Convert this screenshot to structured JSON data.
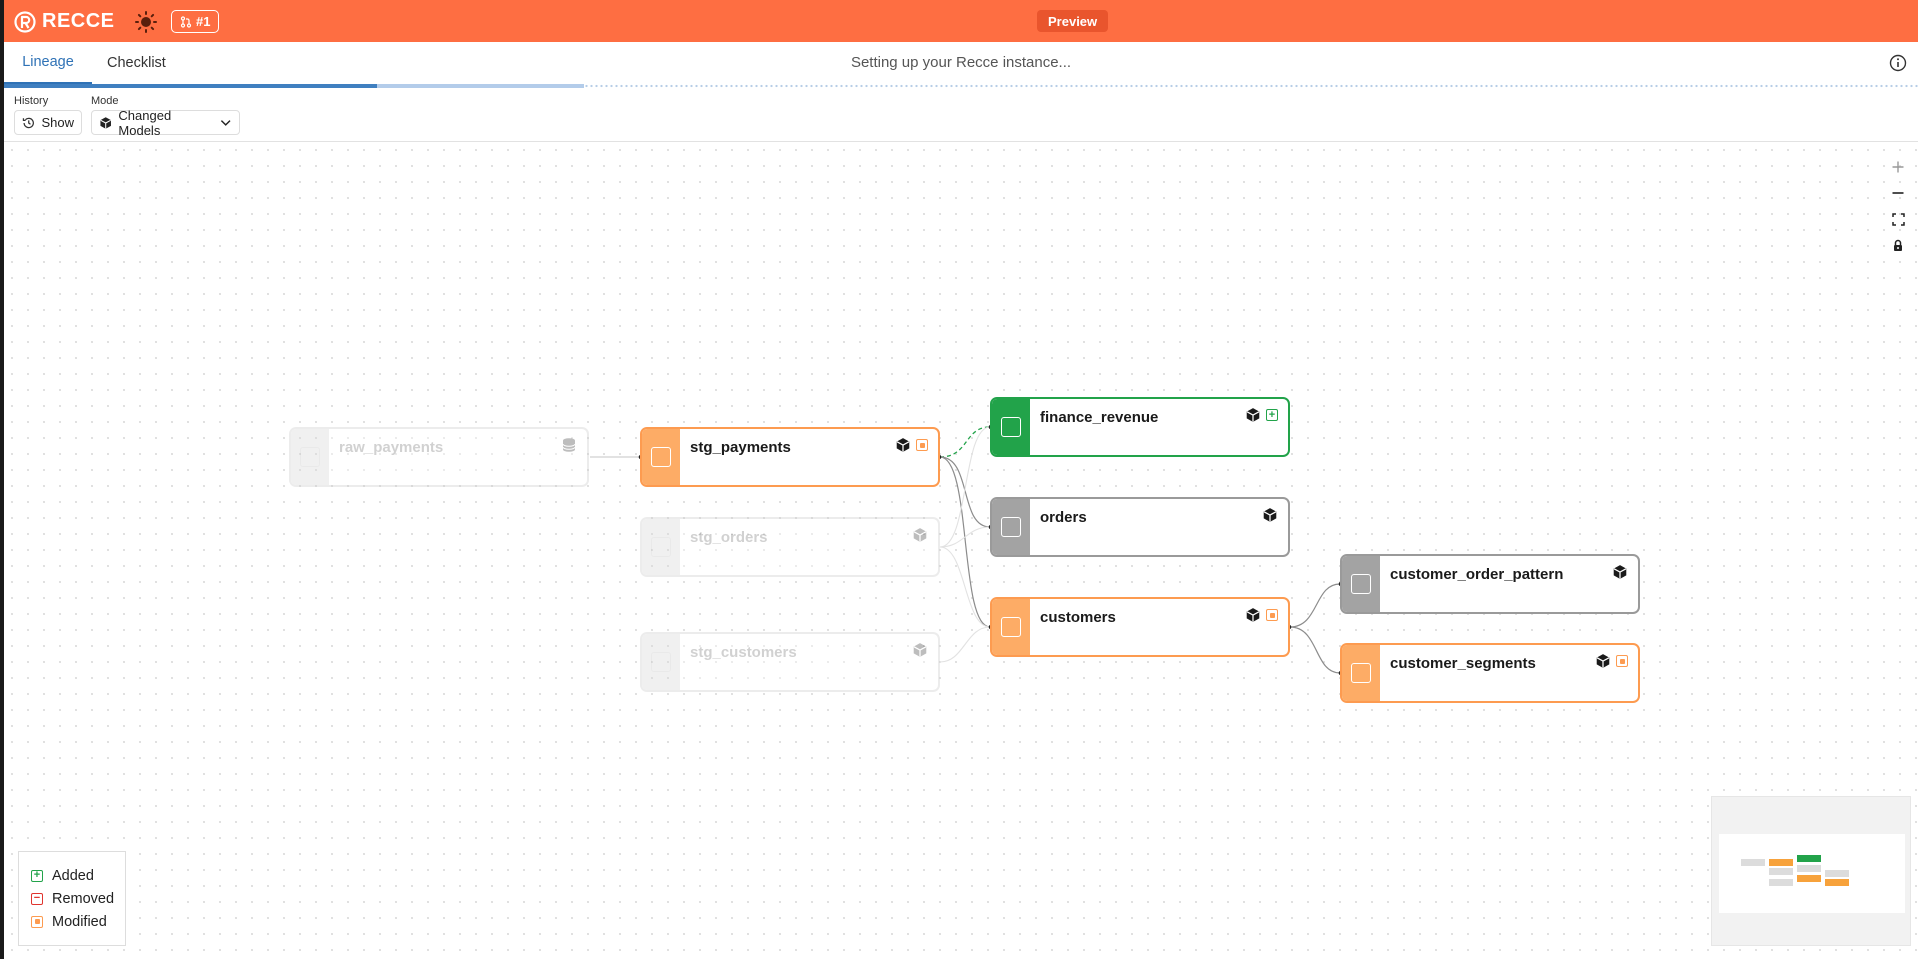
{
  "app": {
    "brand": "RECCE",
    "pr_badge": "#1",
    "preview_label": "Preview",
    "status_text": "Setting up your Recce instance...",
    "progress_percent": 19.5,
    "progress_buffer_percent": 30.3
  },
  "tabs": [
    {
      "label": "Lineage",
      "active": true
    },
    {
      "label": "Checklist",
      "active": false
    }
  ],
  "toolbar": {
    "history_label": "History",
    "history_button": "Show",
    "mode_label": "Mode",
    "mode_value": "Changed Models"
  },
  "nodes": [
    {
      "label": "raw_payments",
      "status": "unchanged",
      "resource_type": "source",
      "faded": true
    },
    {
      "label": "stg_payments",
      "status": "modified",
      "resource_type": "model",
      "faded": false
    },
    {
      "label": "stg_orders",
      "status": "unchanged",
      "resource_type": "model",
      "faded": true
    },
    {
      "label": "stg_customers",
      "status": "unchanged",
      "resource_type": "model",
      "faded": true
    },
    {
      "label": "finance_revenue",
      "status": "added",
      "resource_type": "model",
      "faded": false
    },
    {
      "label": "orders",
      "status": "unchanged",
      "resource_type": "model",
      "faded": false
    },
    {
      "label": "customers",
      "status": "modified",
      "resource_type": "model",
      "faded": false
    },
    {
      "label": "customer_order_pattern",
      "status": "unchanged",
      "resource_type": "model",
      "faded": false
    },
    {
      "label": "customer_segments",
      "status": "modified",
      "resource_type": "model",
      "faded": false
    }
  ],
  "legend": [
    {
      "label": "Added",
      "color": "#22a34a",
      "symbol": "+"
    },
    {
      "label": "Removed",
      "color": "#e0342e",
      "symbol": "-"
    },
    {
      "label": "Modified",
      "color": "#fd9b50",
      "symbol": "dot"
    }
  ],
  "colors": {
    "brand": "#fe6e42",
    "added": "#22a34a",
    "removed": "#e0342e",
    "modified": "#fd9b50",
    "unchanged": "#9a9a9a",
    "accent": "#2f72b6"
  },
  "icons": [
    "recce-logo-icon",
    "sun-icon",
    "pull-request-icon",
    "info-icon",
    "history-icon",
    "cube-icon",
    "chevron-down-icon",
    "database-icon",
    "zoom-in-icon",
    "zoom-out-icon",
    "fit-view-icon",
    "lock-icon"
  ]
}
